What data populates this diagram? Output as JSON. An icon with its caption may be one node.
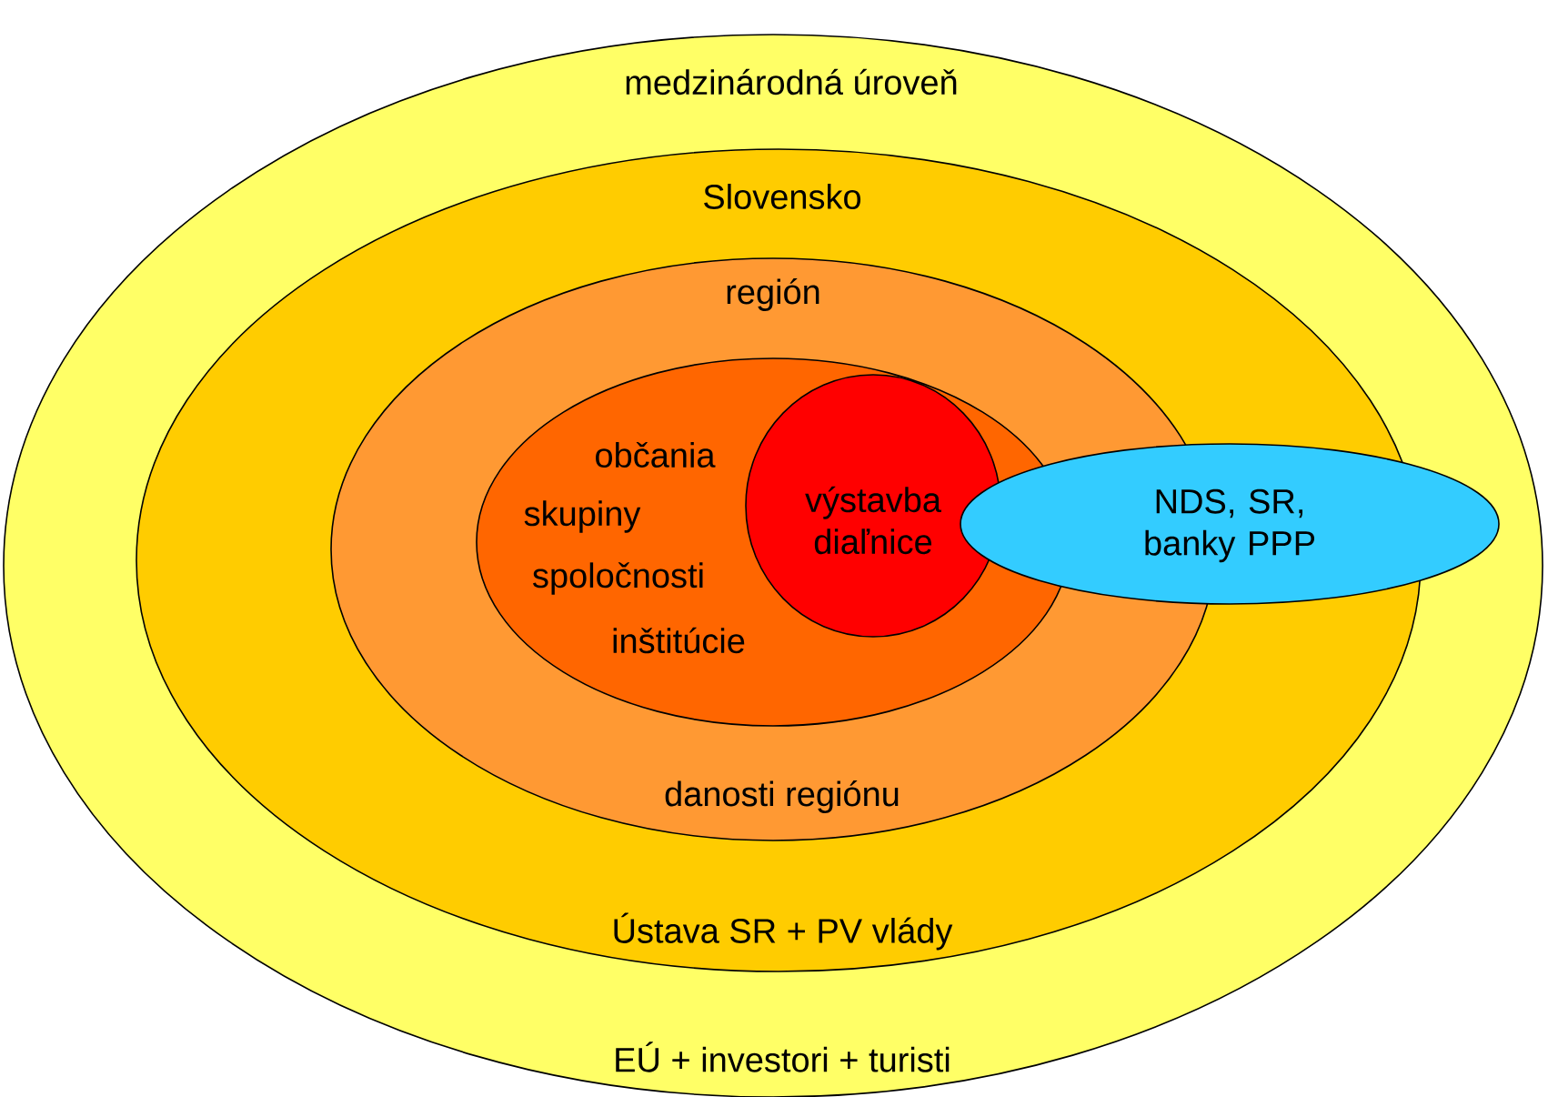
{
  "diagram": {
    "nodes": [
      {
        "text": [
          "medzinárodná úroveň",
          "EÚ + investori + turisti"
        ]
      },
      {
        "text": [
          "Slovensko",
          "Ústava SR + PV vlády"
        ],
        "in": 0
      },
      {
        "text": [
          "región",
          "danosti regiónu"
        ],
        "in": 1
      },
      {
        "text": [
          "občania",
          "skupiny",
          "spoločnosti",
          "inštitúcie"
        ],
        "in": 2
      },
      {
        "text": [
          "výstavba diaľnice"
        ],
        "in": 3
      },
      {
        "text": [
          "NDS, SR, banky PPP"
        ],
        "in": 0
      }
    ],
    "edges": []
  }
}
